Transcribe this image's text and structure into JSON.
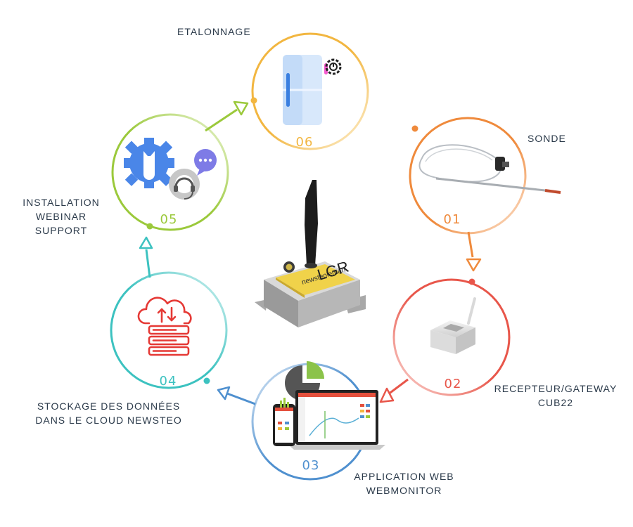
{
  "steps": [
    {
      "number": "01",
      "label_lines": [
        "SONDE"
      ],
      "color": "#ef8a3c"
    },
    {
      "number": "02",
      "label_lines": [
        "RECEPTEUR/GATEWAY",
        "CUB22"
      ],
      "color": "#e8564a"
    },
    {
      "number": "03",
      "label_lines": [
        "APPLICATION WEB",
        "WEBMONITOR"
      ],
      "color": "#4f90cf"
    },
    {
      "number": "04",
      "label_lines": [
        "STOCKAGE DES DONNÉES",
        "DANS LE CLOUD NEWSTEO"
      ],
      "color": "#3cc2c0"
    },
    {
      "number": "05",
      "label_lines": [
        "INSTALLATION",
        "WEBINAR",
        "SUPPORT"
      ],
      "color": "#9bc93b"
    },
    {
      "number": "06",
      "label_lines": [
        "ETALONNAGE"
      ],
      "color": "#f2b640"
    }
  ],
  "center_device": {
    "brand_text": "newsteoleman",
    "model_text": "LGR"
  },
  "icons": {
    "step01": "temperature-probe-icon",
    "step02": "gateway-box-icon",
    "step03": "laptop-phone-dashboard-icon",
    "step04": "cloud-server-icon",
    "step05": "gear-headset-chat-icon",
    "step06": "fridge-gear-icon"
  }
}
